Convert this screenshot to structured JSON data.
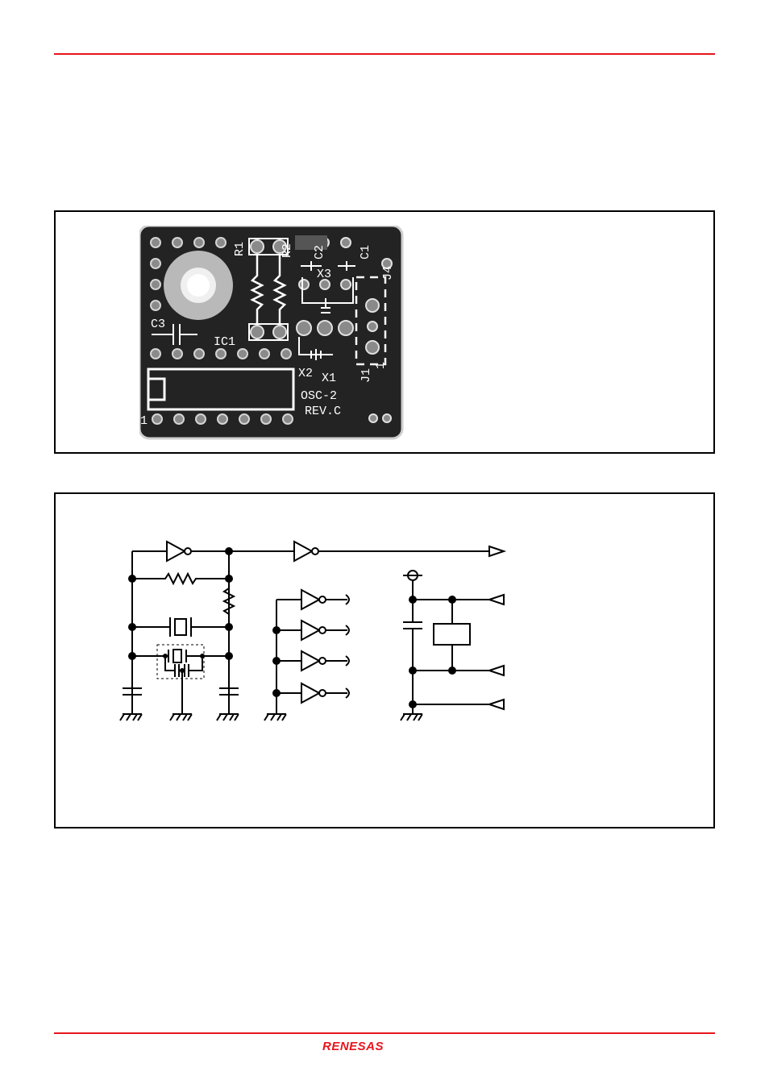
{
  "header": {
    "accent_color": "#e8141b"
  },
  "board": {
    "silkscreen": {
      "r1": "R1",
      "r2": "R2",
      "c1": "C1",
      "c2": "C2",
      "c3": "C3",
      "x1": "X1",
      "x2": "X2",
      "x3": "X3",
      "j1": "J1",
      "j4": "J4",
      "ic1": "IC1",
      "name": "OSC-2",
      "rev": "REV.C",
      "pin1_left": "1",
      "pin1_right": "1"
    }
  },
  "footer": {
    "logo_text": "RENESAS",
    "logo_color": "#e8141b"
  }
}
